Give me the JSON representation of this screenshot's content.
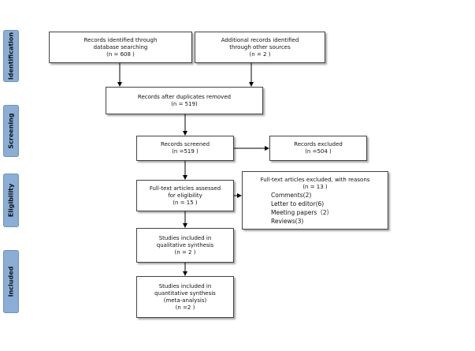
{
  "phases": {
    "identification": "Identification",
    "screening": "Screening",
    "eligibility": "Eligibility",
    "included": "Included"
  },
  "boxes": {
    "db_search": [
      "Records identified through",
      "database searching",
      "(n = 608 )"
    ],
    "other_sources": [
      "Additional records identified",
      "through other sources",
      "(n = 2 )"
    ],
    "after_duplicates": [
      "Records after duplicates removed",
      "(n = 519)"
    ],
    "screened": [
      "Records screened",
      "(n =519 )"
    ],
    "excluded": [
      "Records excluded",
      "(n =504 )"
    ],
    "fulltext_assessed": [
      "Full-text articles assessed",
      "for eligibility",
      "(n = 15 )"
    ],
    "fulltext_excluded": {
      "title": "Full-text articles excluded, with reasons",
      "count": "(n = 13 )",
      "reasons": [
        "Comments(2)",
        "Letter to editor(6)",
        "Meeting papers（2）",
        "Reviews(3)"
      ]
    },
    "qualitative": [
      "Studies included in",
      "qualitative synthesis",
      "(n = 2 )"
    ],
    "quantitative": [
      "Studies included in",
      "quantitative synthesis",
      "(meta-analysis)",
      "(n =2 )"
    ]
  }
}
